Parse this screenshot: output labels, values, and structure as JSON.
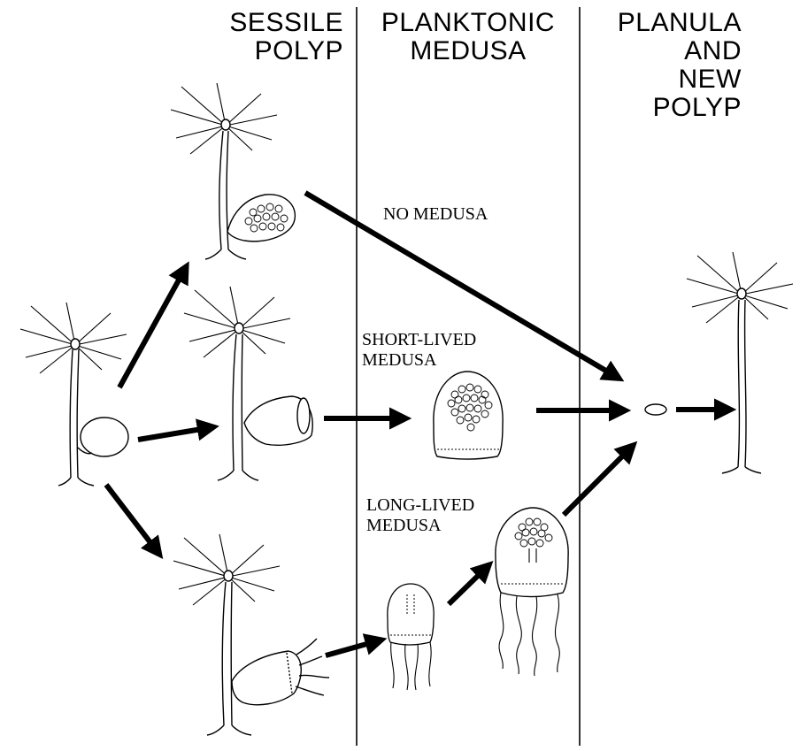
{
  "columns": {
    "sessile_polyp": [
      "SESSILE",
      "POLYP"
    ],
    "planktonic_medusa": [
      "PLANKTONIC",
      "MEDUSA"
    ],
    "planula_new_polyp": [
      "PLANULA",
      "AND",
      "NEW",
      "POLYP"
    ]
  },
  "labels": {
    "no_medusa": "NO MEDUSA",
    "short_lived": [
      "SHORT-LIVED",
      "MEDUSA"
    ],
    "long_lived": [
      "LONG-LIVED",
      "MEDUSA"
    ]
  },
  "colors": {
    "ink": "#000000",
    "background": "#ffffff"
  }
}
